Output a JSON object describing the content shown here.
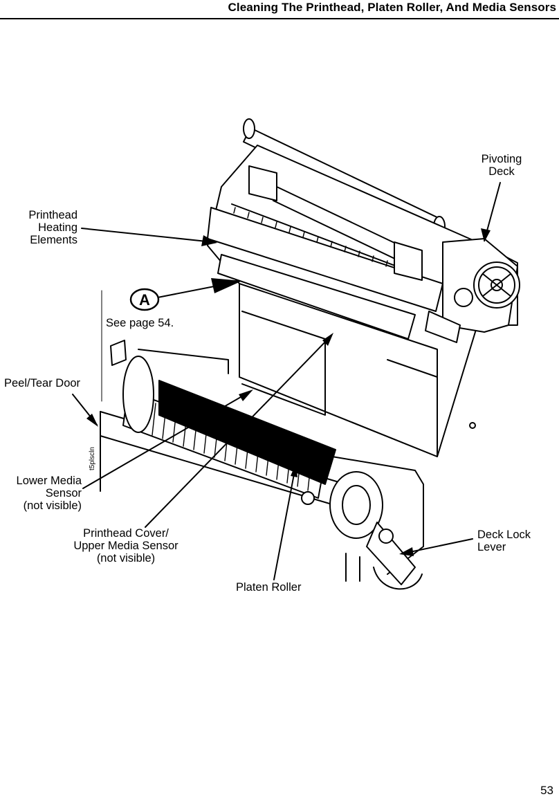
{
  "header": {
    "title": "Cleaning The Printhead, Platen Roller, And Media Sensors"
  },
  "figure": {
    "badge_letter": "A",
    "figure_code": "t5plscln",
    "callouts": {
      "pivoting_deck": "Pivoting\nDeck",
      "printhead_heating_elements": "Printhead\nHeating\nElements",
      "see_page": "See page 54.",
      "peel_tear_door": "Peel/Tear Door",
      "lower_media_sensor": "Lower Media\nSensor\n(not visible)",
      "printhead_cover": "Printhead Cover/\nUpper Media Sensor\n(not visible)",
      "deck_lock_lever": "Deck Lock\nLever",
      "platen_roller": "Platen Roller"
    }
  },
  "footer": {
    "page_number": "53"
  }
}
